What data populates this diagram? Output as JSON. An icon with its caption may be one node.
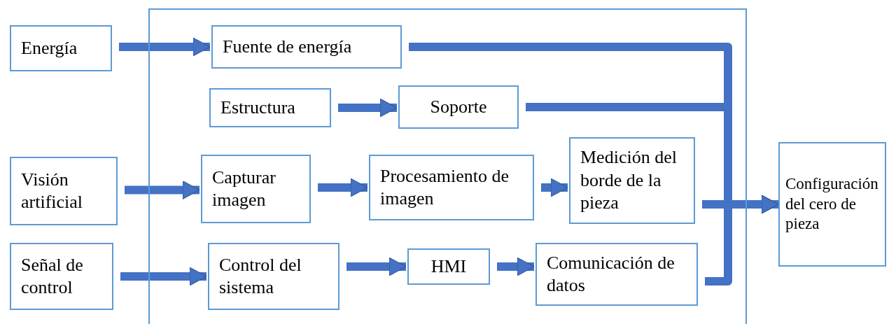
{
  "diagram": {
    "nodes": [
      {
        "text": [],
        "shape": "box"
      },
      {
        "text": [
          "Energía"
        ]
      },
      {
        "text": [
          "Fuente de energía"
        ],
        "in": 0
      },
      {
        "text": [
          "Estructura"
        ],
        "in": 0
      },
      {
        "text": [
          "Soporte"
        ],
        "in": 0
      },
      {
        "text": [
          "Visión artificial"
        ]
      },
      {
        "text": [
          "Capturar imagen"
        ],
        "in": 0
      },
      {
        "text": [
          "Procesamiento de imagen"
        ],
        "in": 0
      },
      {
        "text": [
          "Medición del borde de la pieza"
        ],
        "in": 0
      },
      {
        "text": [
          "Configuración del cero de pieza"
        ]
      },
      {
        "text": [
          "Señal de control"
        ]
      },
      {
        "text": [
          "Control del sistema"
        ],
        "in": 0
      },
      {
        "text": [
          "HMI"
        ],
        "in": 0
      },
      {
        "text": [
          "Comunicación de datos"
        ],
        "in": 0
      }
    ],
    "edges": [
      {
        "from": 1,
        "to": 2,
        "arrow": "to"
      },
      {
        "from": 3,
        "to": 4,
        "arrow": "to"
      },
      {
        "from": 5,
        "to": 6,
        "arrow": "to"
      },
      {
        "from": 6,
        "to": 7,
        "arrow": "to"
      },
      {
        "from": 7,
        "to": 8,
        "arrow": "to"
      },
      {
        "from": 10,
        "to": 11,
        "arrow": "to"
      },
      {
        "from": 11,
        "to": 12,
        "arrow": "to"
      },
      {
        "from": 12,
        "to": 13,
        "arrow": "to"
      },
      {
        "from": 2,
        "to": 9,
        "arrow": "to"
      },
      {
        "from": 4,
        "to": 9,
        "arrow": "to"
      },
      {
        "from": 8,
        "to": 9,
        "arrow": "to"
      },
      {
        "from": 13,
        "to": 9,
        "arrow": "to"
      }
    ]
  }
}
